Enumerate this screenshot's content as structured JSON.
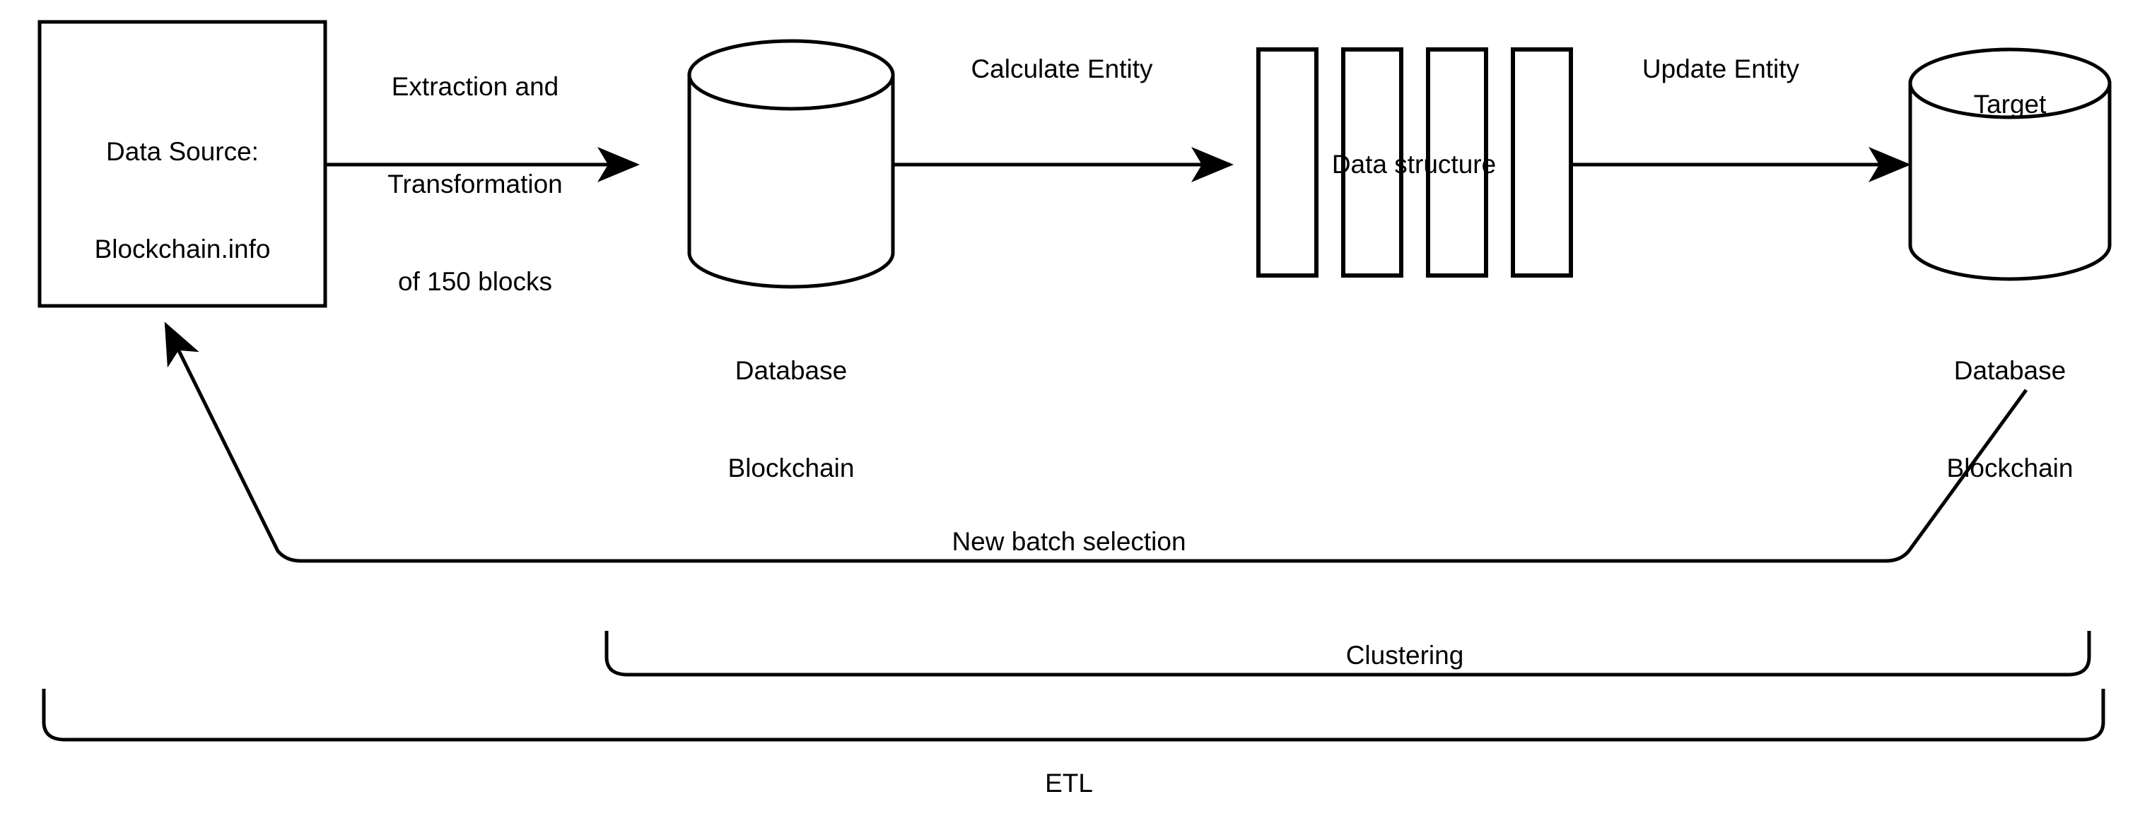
{
  "diagram": {
    "title": "ETL and Clustering pipeline for Blockchain data",
    "background_color": "#ffffff",
    "stroke_color": "#000000",
    "text_color": "#000000",
    "nodes": [
      {
        "id": "data-source",
        "shape": "rectangle",
        "label_line1": "Data Source:",
        "label_line2": "Blockchain.info"
      },
      {
        "id": "database-blockchain-source",
        "shape": "cylinder",
        "inner_label": "",
        "caption_line1": "Database",
        "caption_line2": "Blockchain"
      },
      {
        "id": "data-structure",
        "shape": "bars",
        "bar_count": 4,
        "caption": "Data structure"
      },
      {
        "id": "database-blockchain-target",
        "shape": "cylinder",
        "inner_label": "Target",
        "caption_line1": "Database",
        "caption_line2": "Blockchain"
      }
    ],
    "edges": [
      {
        "id": "extract-transform",
        "from": "data-source",
        "to": "database-blockchain-source",
        "label_line1": "Extraction and",
        "label_line2": "Transformation",
        "label_line3": "of 150 blocks"
      },
      {
        "id": "calculate-entity",
        "from": "database-blockchain-source",
        "to": "data-structure",
        "label": "Calculate Entity"
      },
      {
        "id": "update-entity",
        "from": "data-structure",
        "to": "database-blockchain-target",
        "label": "Update Entity"
      },
      {
        "id": "new-batch-selection",
        "from": "database-blockchain-target",
        "to": "data-source",
        "label": "New batch selection"
      }
    ],
    "brackets": [
      {
        "id": "clustering-bracket",
        "label": "Clustering"
      },
      {
        "id": "etl-bracket",
        "label": "ETL"
      }
    ]
  }
}
